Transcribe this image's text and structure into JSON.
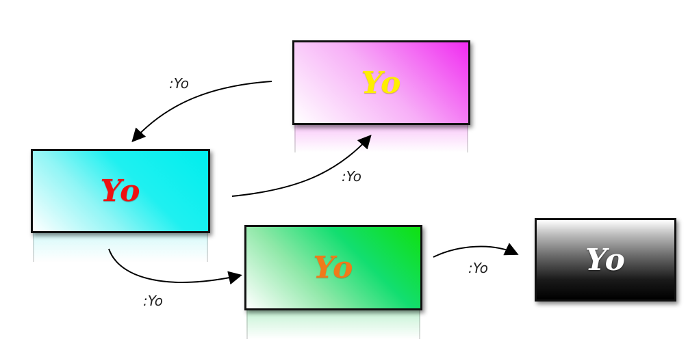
{
  "nodes": {
    "magenta": {
      "label": "Yo",
      "text_color": "#ffee00",
      "fill": "#f02cf0"
    },
    "cyan": {
      "label": "Yo",
      "text_color": "#ee1111",
      "fill": "#00eeee"
    },
    "green": {
      "label": "Yo",
      "text_color": "#f07a1a",
      "fill": "#10e010"
    },
    "black": {
      "label": "Yo",
      "text_color": "#ffffff",
      "fill": "#000000"
    }
  },
  "edges": [
    {
      "from": "magenta",
      "to": "cyan",
      "label": ":Yo"
    },
    {
      "from": "cyan",
      "to": "magenta",
      "label": ":Yo"
    },
    {
      "from": "cyan",
      "to": "green",
      "label": ":Yo"
    },
    {
      "from": "green",
      "to": "black",
      "label": ":Yo"
    }
  ]
}
